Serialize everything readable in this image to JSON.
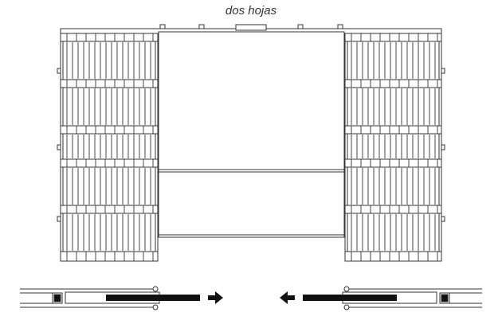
{
  "diagram": {
    "title": "dos hojas",
    "colors": {
      "line": "#333333",
      "fill": "#ffffff",
      "solid": "#111111"
    },
    "elevation": {
      "frame_count": 2,
      "bands_per_frame": 5,
      "door_leaves": 2
    },
    "plan": {
      "arrows": [
        "arrow-right",
        "arrow-left"
      ]
    }
  }
}
